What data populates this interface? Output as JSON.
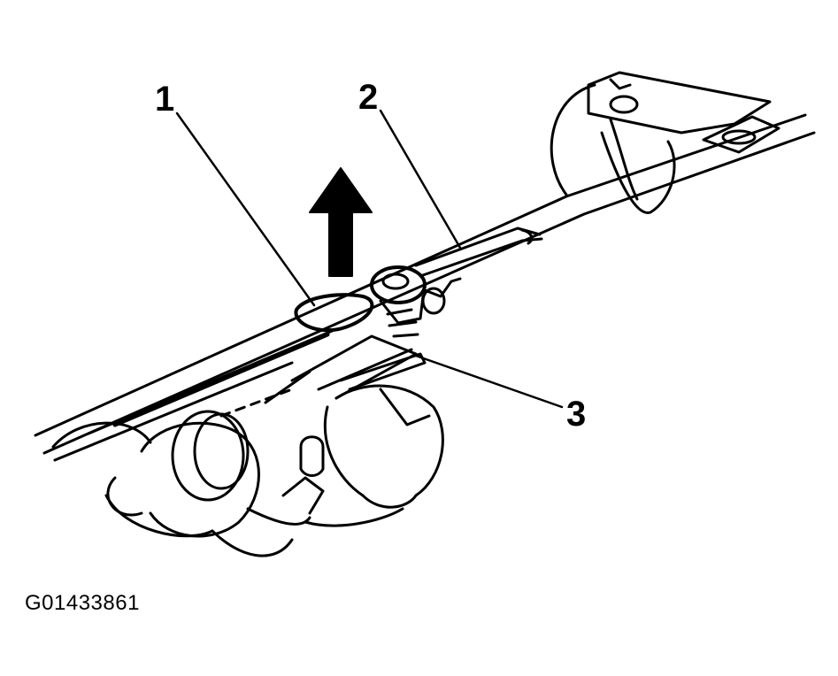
{
  "figure": {
    "callouts": [
      {
        "id": "1",
        "label": "1"
      },
      {
        "id": "2",
        "label": "2"
      },
      {
        "id": "3",
        "label": "3"
      }
    ],
    "figure_id": "G01433861",
    "colors": {
      "ink": "#000000",
      "paper": "#ffffff"
    },
    "icons": {
      "direction_arrow": "arrow-up-icon"
    }
  }
}
